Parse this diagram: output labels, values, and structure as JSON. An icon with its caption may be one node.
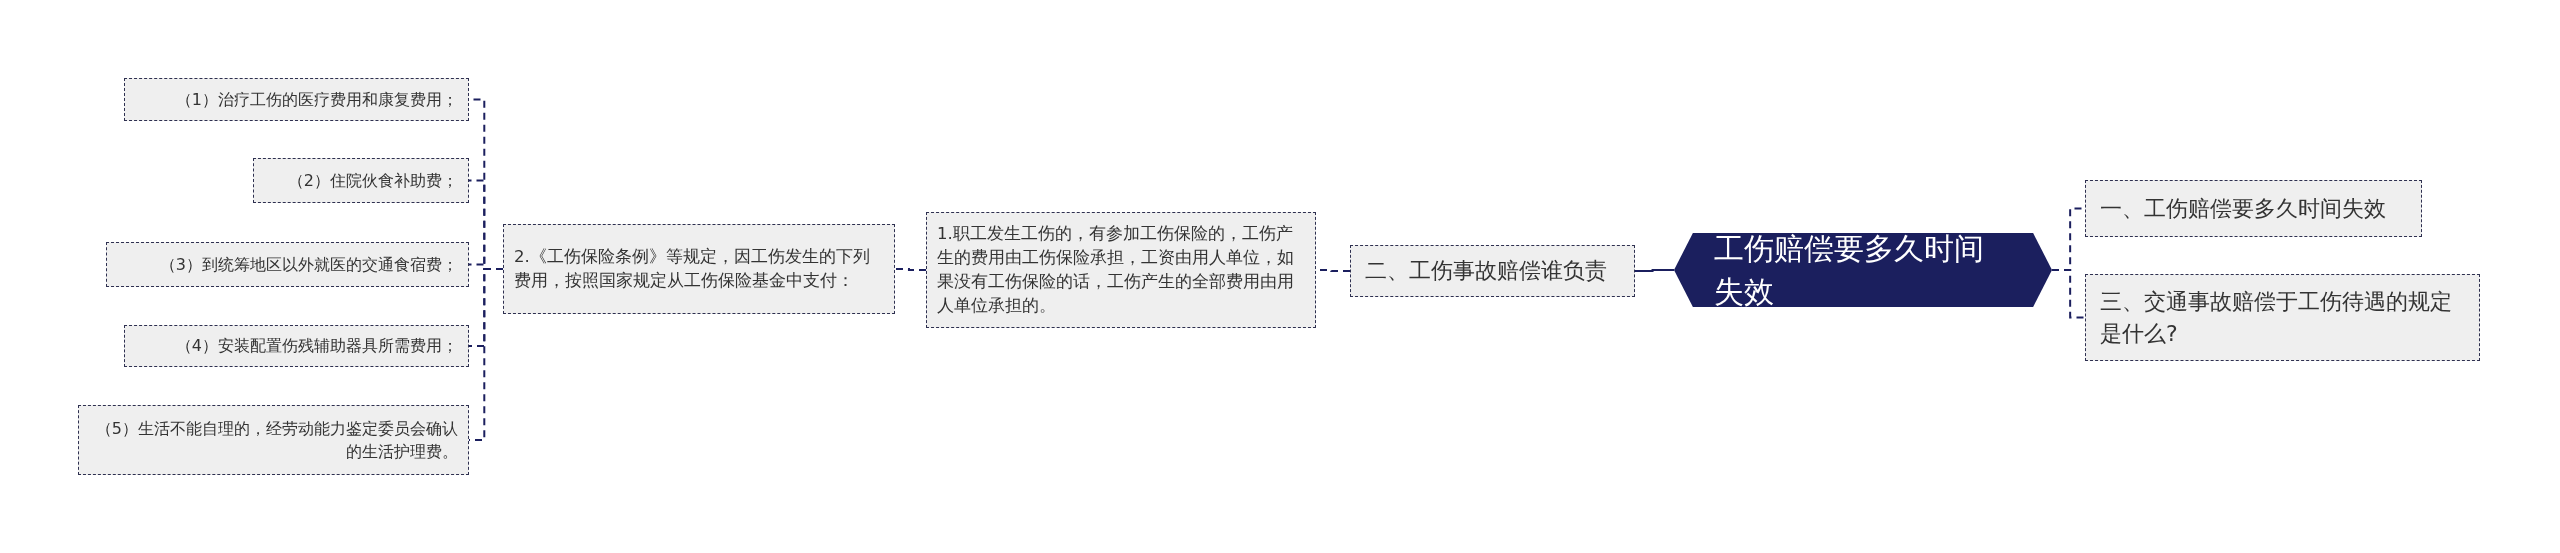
{
  "diagram": {
    "nodes": [
      {
        "text": [
          "工伤赔偿要多久时间失效"
        ]
      },
      {
        "text": [
          "一、工伤赔偿要多久时间失效"
        ]
      },
      {
        "text": [
          "三、交通事故赔偿于工伤待遇的规定是什么?"
        ]
      },
      {
        "text": [
          "二、工伤事故赔偿谁负责"
        ]
      },
      {
        "text": [
          "1.职工发生工伤的，有参加工伤保险的，工伤产生的费用由工伤保险承担，工资由用人单位，如果没有工伤保险的话，工伤产生的全部费用由用人单位承担的。"
        ]
      },
      {
        "text": [
          "2.《工伤保险条例》等规定，因工伤发生的下列费用，按照国家规定从工伤保险基金中支付："
        ]
      },
      {
        "text": [
          "（1）治疗工伤的医疗费用和康复费用；"
        ]
      },
      {
        "text": [
          "（2）住院伙食补助费；"
        ]
      },
      {
        "text": [
          "（3）到统筹地区以外就医的交通食宿费；"
        ]
      },
      {
        "text": [
          "（4）安装配置伤残辅助器具所需费用；"
        ]
      },
      {
        "text": [
          "（5）生活不能自理的，经劳动能力鉴定委员会确认的生活护理费。"
        ]
      }
    ],
    "edges": [
      {
        "from": 0,
        "to": 1,
        "arrow": "none",
        "style": "dashed"
      },
      {
        "from": 0,
        "to": 2,
        "arrow": "none",
        "style": "dashed"
      },
      {
        "from": 0,
        "to": 3,
        "arrow": "none"
      },
      {
        "from": 3,
        "to": 4,
        "arrow": "none",
        "style": "dashed"
      },
      {
        "from": 4,
        "to": 5,
        "arrow": "none",
        "style": "dashed"
      },
      {
        "from": 5,
        "to": 6,
        "arrow": "none",
        "style": "dashed"
      },
      {
        "from": 5,
        "to": 7,
        "arrow": "none",
        "style": "dashed"
      },
      {
        "from": 5,
        "to": 8,
        "arrow": "none",
        "style": "dashed"
      },
      {
        "from": 5,
        "to": 9,
        "arrow": "none",
        "style": "dashed"
      },
      {
        "from": 5,
        "to": 10,
        "arrow": "none",
        "style": "dashed"
      }
    ]
  }
}
